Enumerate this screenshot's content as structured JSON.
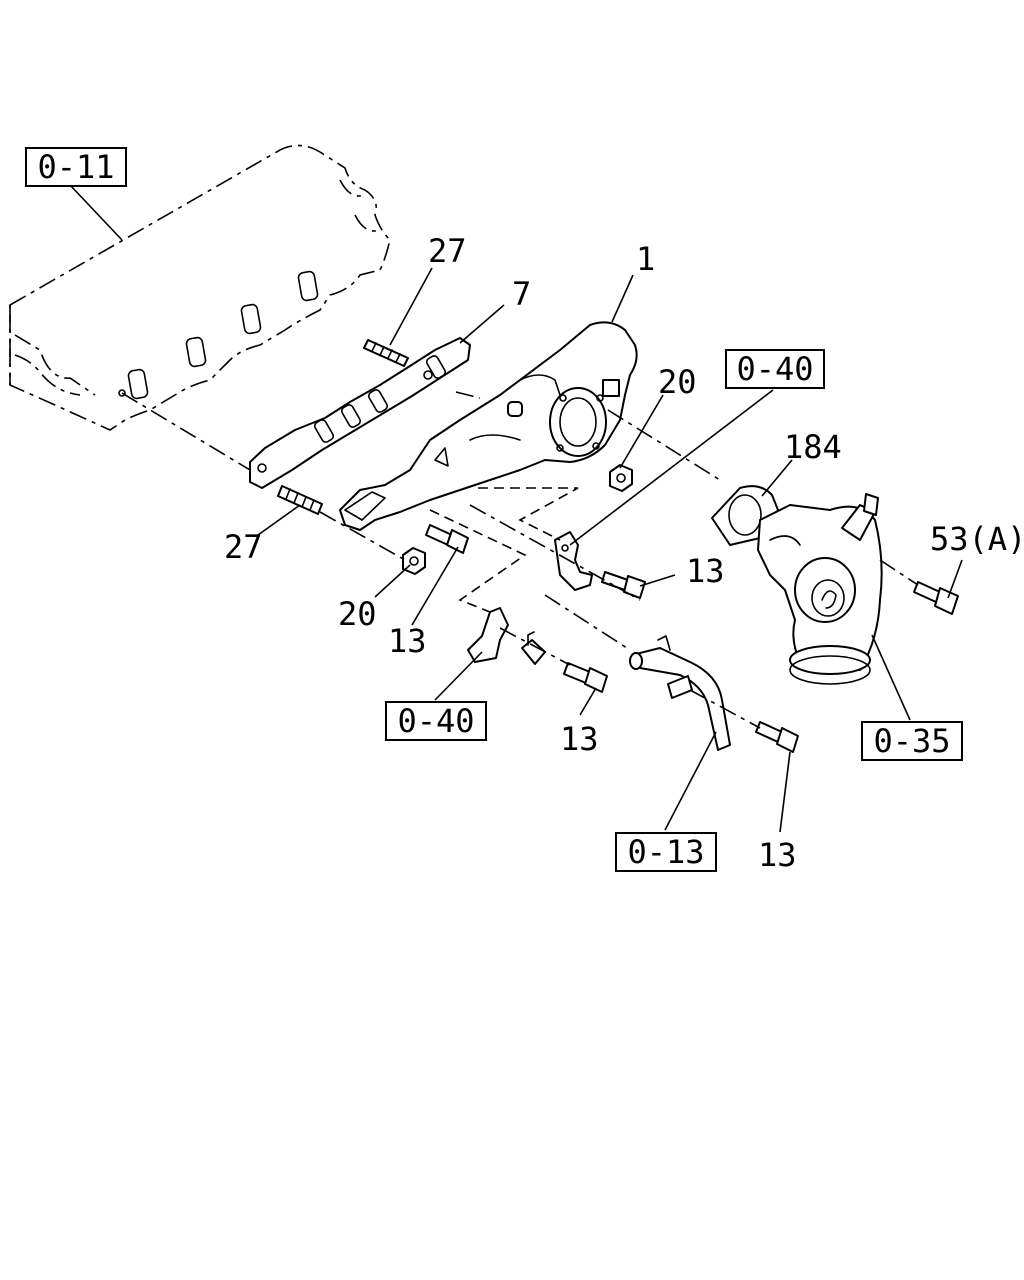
{
  "callouts": {
    "part_1": "1",
    "part_7": "7",
    "part_27_top": "27",
    "part_27_left": "27",
    "part_20_right": "20",
    "part_20_left": "20",
    "part_13_mid": "13",
    "part_13_left": "13",
    "part_13_bottom": "13",
    "part_13_right": "13",
    "part_184": "184",
    "part_53a": "53(A)"
  },
  "references": {
    "ref_0_11": "0-11",
    "ref_0_40_top": "0-40",
    "ref_0_40_bottom": "0-40",
    "ref_0_35": "0-35",
    "ref_0_13": "0-13"
  }
}
